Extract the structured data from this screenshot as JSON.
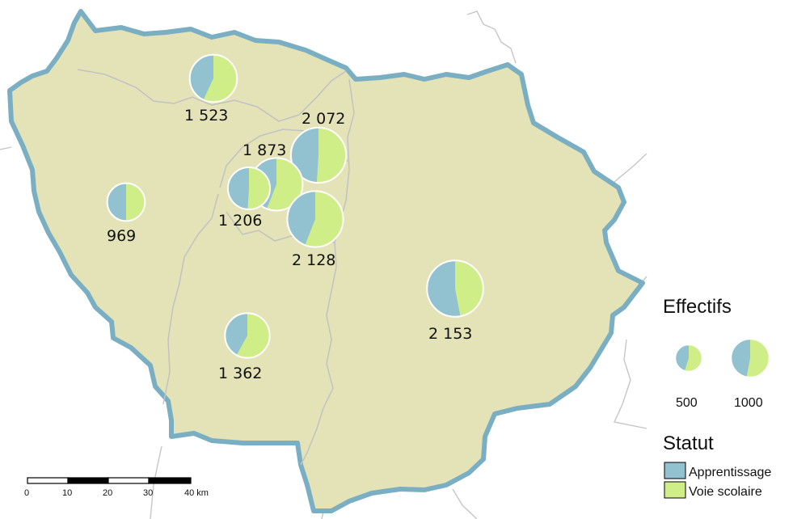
{
  "colors": {
    "land": "#e4e2b7",
    "border": "#7aaec2",
    "inner_border": "#c2c2c2",
    "apprentissage": "#92c1cf",
    "voie_scolaire": "#cfee87"
  },
  "departments": [
    {
      "label": "1 523",
      "value": 1523,
      "apprentissage_share": 0.43
    },
    {
      "label": "2 072",
      "value": 2072,
      "apprentissage_share": 0.49
    },
    {
      "label": "1 873",
      "value": 1873,
      "apprentissage_share": 0.44
    },
    {
      "label": "1 206",
      "value": 1206,
      "apprentissage_share": 0.49
    },
    {
      "label": "969",
      "value": 969,
      "apprentissage_share": 0.5
    },
    {
      "label": "2 128",
      "value": 2128,
      "apprentissage_share": 0.44
    },
    {
      "label": "2 153",
      "value": 2153,
      "apprentissage_share": 0.53
    },
    {
      "label": "1 362",
      "value": 1362,
      "apprentissage_share": 0.42
    }
  ],
  "legend": {
    "effectifs_title": "Effectifs",
    "sizes": [
      {
        "label": "500",
        "value": 500,
        "apprentissage_share": 0.45
      },
      {
        "label": "1000",
        "value": 1000,
        "apprentissage_share": 0.47
      }
    ],
    "statut_title": "Statut",
    "statut_items": [
      {
        "label": "Apprentissage",
        "color_key": "apprentissage"
      },
      {
        "label": "Voie scolaire",
        "color_key": "voie_scolaire"
      }
    ]
  },
  "scale_bar": {
    "ticks": [
      "0",
      "10",
      "20",
      "30",
      "40 km"
    ]
  }
}
